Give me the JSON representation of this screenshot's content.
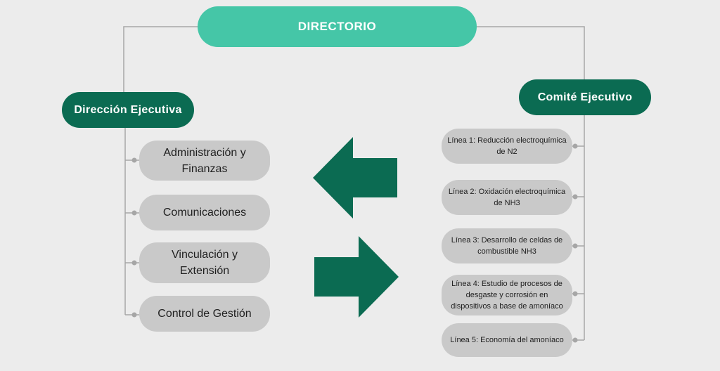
{
  "title": "DIRECTORIO",
  "left_branch": {
    "label": "Dirección Ejecutiva",
    "items": [
      {
        "label": "Administración y Finanzas"
      },
      {
        "label": "Comunicaciones"
      },
      {
        "label": "Vinculación y Extensión"
      },
      {
        "label": "Control de Gestión"
      }
    ]
  },
  "right_branch": {
    "label": "Comité Ejecutivo",
    "items": [
      {
        "label": "Línea 1: Reducción electroquímica de N2"
      },
      {
        "label": "Línea 2: Oxidación electroquímica de NH3"
      },
      {
        "label": "Línea 3: Desarrollo de celdas de combustible NH3"
      },
      {
        "label": "Línea 4: Estudio de procesos de desgaste y corrosión en dispositivos a base de amoníaco"
      },
      {
        "label": "Línea 5: Economía del amoníaco"
      }
    ]
  },
  "colors": {
    "background": "#ececec",
    "top_node": "#45c6a7",
    "branch_node": "#0b6b52",
    "item_node": "#c9c9c9",
    "arrow": "#0b6b52",
    "connector": "#a6a6a6"
  }
}
